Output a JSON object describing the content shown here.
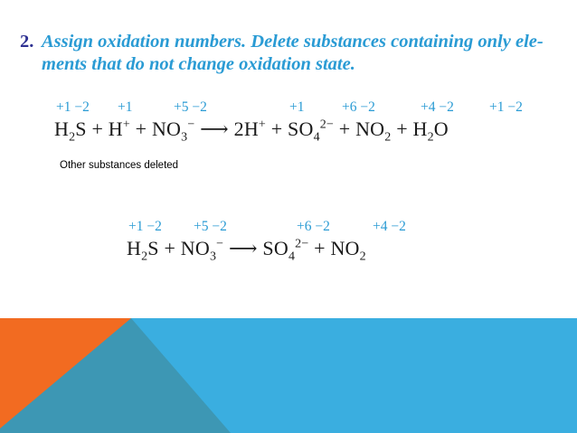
{
  "heading": {
    "number": "2.",
    "line1": "Assign oxidation numbers. Delete substances containing only ele-",
    "line2": "ments that do not change oxidation state."
  },
  "equation1": {
    "ox": [
      "+1 −2",
      "+1",
      "+5 −2",
      "+1",
      "+6 −2",
      "+4 −2",
      "+1 −2"
    ],
    "h2s": "H",
    "h2s_sub": "2",
    "h2s_tail": "S",
    "plus1": "+",
    "hplus": "H",
    "hplus_sup": "+",
    "plus2": "+",
    "no3": "NO",
    "no3_sub": "3",
    "no3_sup": "−",
    "arrow": "⟶",
    "two_hplus": "2H",
    "two_hplus_sup": "+",
    "plus3": "+",
    "so4": "SO",
    "so4_sub": "4",
    "so4_sup": "2−",
    "plus4": "+",
    "no2": "NO",
    "no2_sub": "2",
    "plus5": "+",
    "h2o": "H",
    "h2o_sub": "2",
    "h2o_tail": "O"
  },
  "note": "Other substances deleted",
  "equation2": {
    "ox": [
      "+1 −2",
      "+5 −2",
      "+6 −2",
      "+4 −2"
    ],
    "h2s": "H",
    "h2s_sub": "2",
    "h2s_tail": "S",
    "plus1": "+",
    "no3": "NO",
    "no3_sub": "3",
    "no3_sup": "−",
    "arrow": "⟶",
    "so4": "SO",
    "so4_sub": "4",
    "so4_sup": "2−",
    "plus2": "+",
    "no2": "NO",
    "no2_sub": "2"
  },
  "colors": {
    "heading": "#2a9bd4",
    "band_blue": "#3aaee0",
    "band_teal": "#3d97b4",
    "band_orange": "#f26b21"
  }
}
